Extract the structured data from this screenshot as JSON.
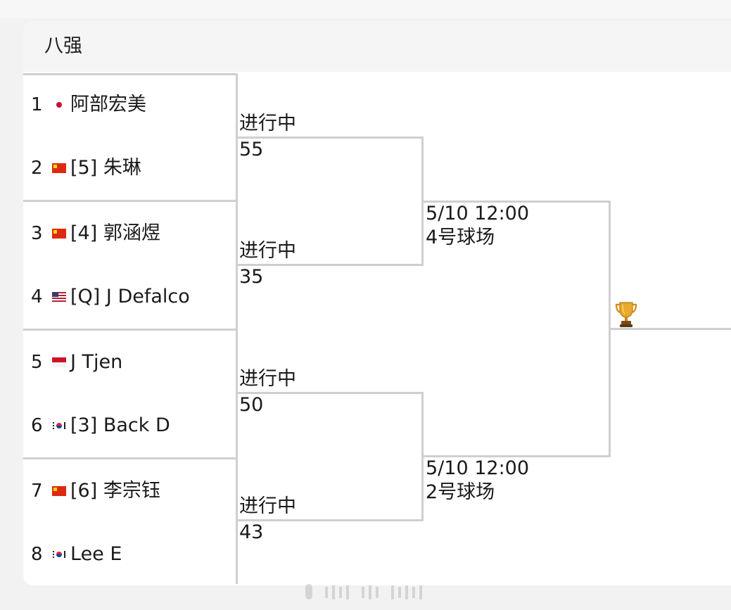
{
  "section_title": "八强",
  "players": [
    {
      "seed": "1",
      "flag": "jp-flag",
      "name": "阿部宏美"
    },
    {
      "seed": "2",
      "flag": "cn-flag",
      "name": "[5] 朱琳"
    },
    {
      "seed": "3",
      "flag": "cn-flag",
      "name": "[4] 郭涵煜"
    },
    {
      "seed": "4",
      "flag": "us-flag",
      "name": "[Q] J Defalco"
    },
    {
      "seed": "5",
      "flag": "id-flag",
      "name": "J Tjen"
    },
    {
      "seed": "6",
      "flag": "kr-flag",
      "name": "[3] Back D"
    },
    {
      "seed": "7",
      "flag": "cn-flag",
      "name": "[6] 李宗钰"
    },
    {
      "seed": "8",
      "flag": "kr-flag",
      "name": "Lee E"
    }
  ],
  "quarterfinals": [
    {
      "status": "进行中",
      "court": "55"
    },
    {
      "status": "进行中",
      "court": "35"
    },
    {
      "status": "进行中",
      "court": "50"
    },
    {
      "status": "进行中",
      "court": "43"
    }
  ],
  "semifinals": [
    {
      "time": "5/10 12:00",
      "court": "4号球场"
    },
    {
      "time": "5/10 12:00",
      "court": "2号球场"
    }
  ],
  "final": {
    "icon": "trophy-icon"
  },
  "colors": {
    "background": "#f2f2f3",
    "card": "#ffffff",
    "header": "#f5f5f6",
    "bracket_line": "#cfcfd2",
    "text": "#1a1a1a"
  }
}
